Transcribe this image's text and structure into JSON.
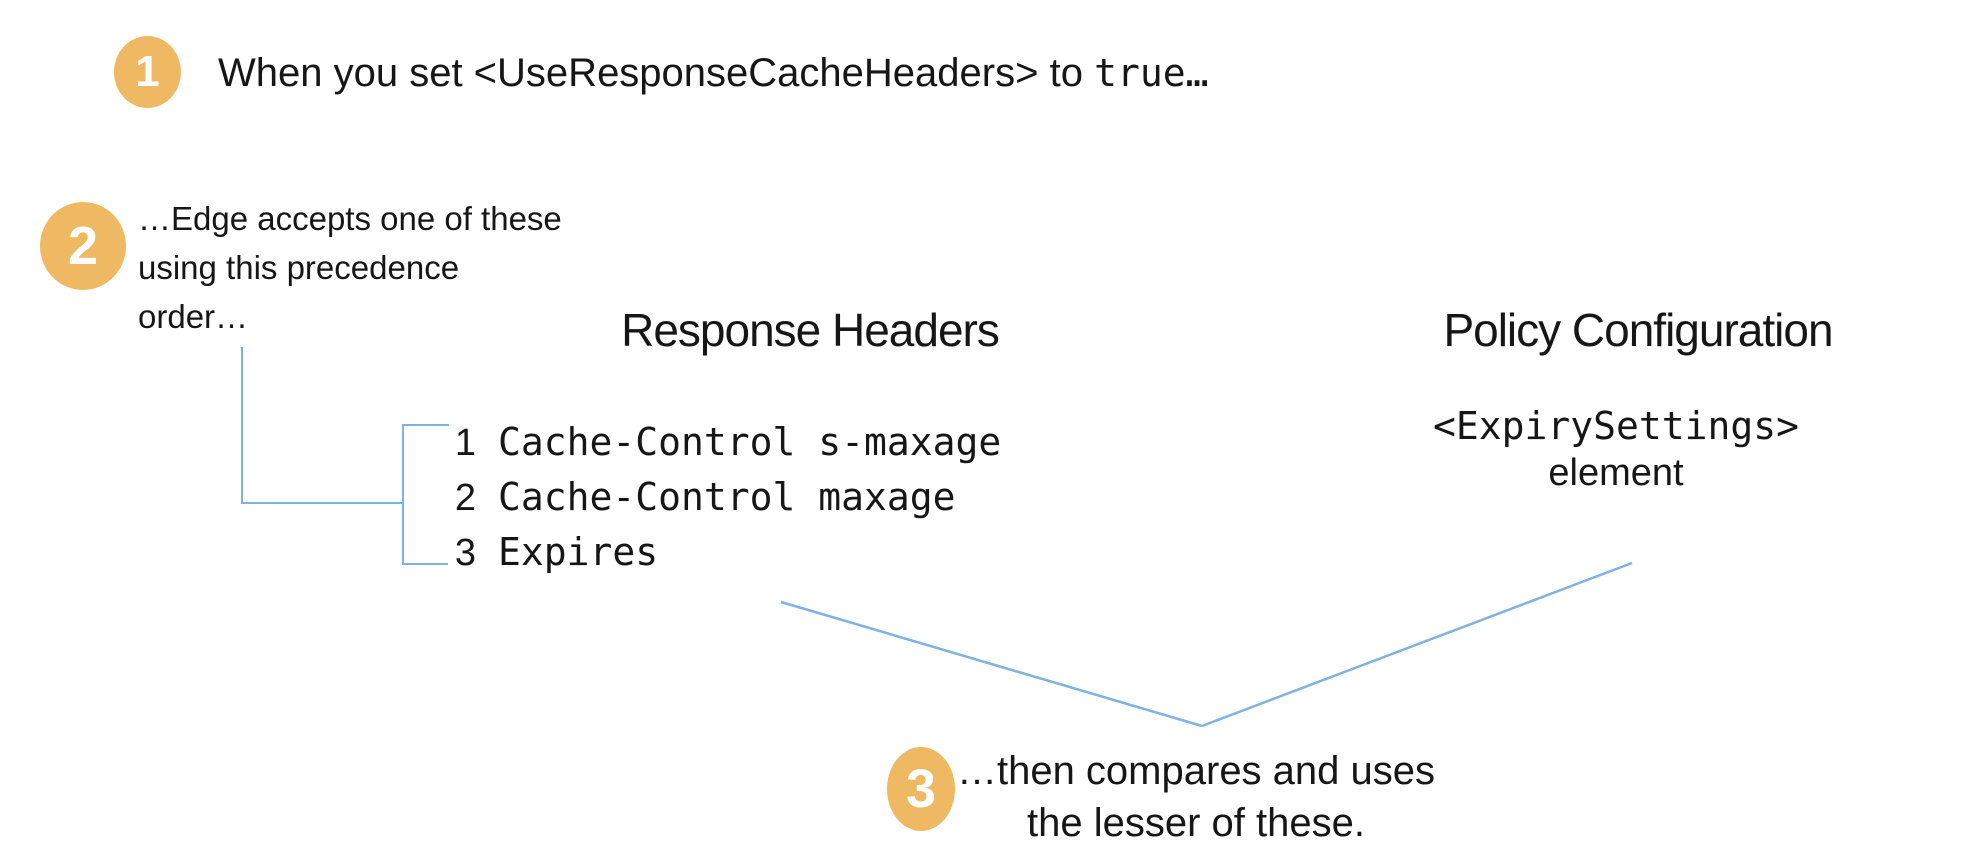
{
  "colors": {
    "badge": "#EFB964",
    "badge_text": "#FFFFFF",
    "line_blue": "#7EB2E1",
    "text": "#161616"
  },
  "steps": {
    "one": {
      "number": "1",
      "text_prefix": "When you set <UseResponseCacheHeaders> to ",
      "text_code": "true…"
    },
    "two": {
      "number": "2",
      "line1": "…Edge accepts one of these",
      "line2": "using this precedence",
      "line3": "order…"
    },
    "three": {
      "number": "3",
      "line1": "…then compares and uses",
      "line2": "the lesser of these."
    }
  },
  "columns": {
    "response_headers": {
      "title": "Response Headers",
      "items": [
        {
          "rank": "1",
          "label": "Cache-Control s-maxage"
        },
        {
          "rank": "2",
          "label": "Cache-Control maxage"
        },
        {
          "rank": "3",
          "label": "Expires"
        }
      ]
    },
    "policy_configuration": {
      "title": "Policy Configuration",
      "code": "<ExpirySettings>",
      "caption": "element"
    }
  }
}
